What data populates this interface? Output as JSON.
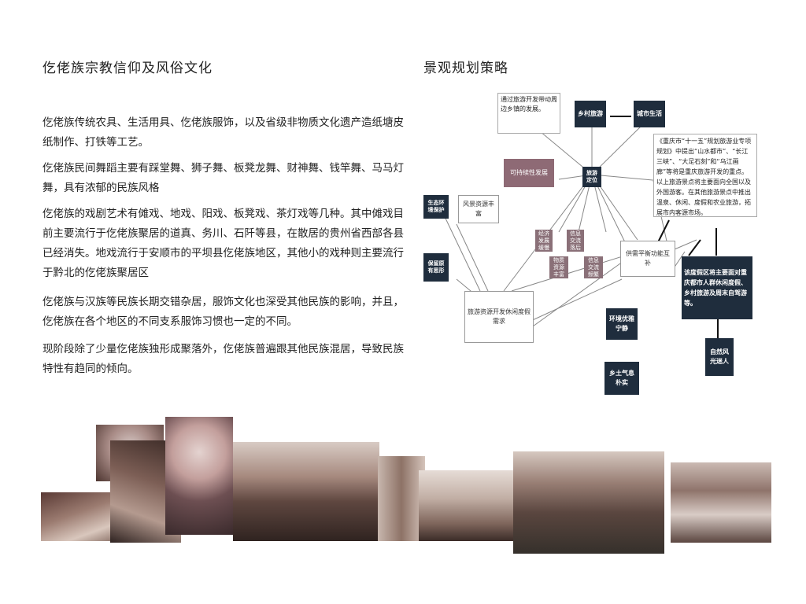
{
  "left": {
    "title": "仡佬族宗教信仰及风俗文化",
    "paragraphs": [
      "仡佬族传统农具、生活用具、仡佬族服饰，以及省级非物质文化遗产造纸塘皮纸制作、打铁等工艺。",
      "仡佬族民间舞蹈主要有踩堂舞、狮子舞、板凳龙舞、财神舞、钱竿舞、马马灯舞，具有浓郁的民族风格",
      "仡佬族的戏剧艺术有傩戏、地戏、阳戏、板凳戏、茶灯戏等几种。其中傩戏目前主要流行于仡佬族聚居的道真、务川、石阡等县，在散居的贵州省西部各县已经消失。地戏流行于安顺市的平坝县仡佬族地区，其他小的戏种则主要流行于黔北的仡佬族聚居区",
      "仡佬族与汉族等民族长期交错杂居，服饰文化也深受其他民族的影响，并且，仡佬族在各个地区的不同支系服饰习惯也一定的不同。",
      "现阶段除了少量仡佬族独形成聚落外，仡佬族普遍跟其他民族混居，导致民族特性有趋同的倾向。"
    ]
  },
  "right": {
    "title": "景观规划策略",
    "nodes": {
      "tourism_drive": "通过旅游开发带动周边乡镇的发展。",
      "village_tourism": "乡村旅游",
      "city_life": "城市生活",
      "sustainable": "可持续性发展",
      "positioning": "旅游定位",
      "eco_protect": "生态环境保护",
      "scenery_rich": "风景资源丰富",
      "culture_keep": "保留原有思形",
      "econ_dev": "经济发展缓慢",
      "info_lag": "信息交流落后",
      "products_rich": "物质资源丰富",
      "info_tight": "信息交流频繁",
      "supply_demand": "供需平衡功能互补",
      "resource_dev": "旅游资源开发休闲度假需求",
      "env_quiet": "环境优雅宁静",
      "rural_simple": "乡土气息朴实",
      "natural_scenery": "自然风光迷人",
      "plan_quote": "《重庆市“十一五”规划旅游业专项规划》中提出“山水都市”、“长江三峡”、“大足石刻”和“乌江画廊”等将是重庆旅游开发的重点。以上旅游景点将主要面向全国以及外国游客。在其他旅游景点中推出温泉、休闲、度假和农业旅游，拓展市内客源市场。",
      "resort_target": "该度假区将主要面对重庆都市人群休闲度假、乡村旅游及周末自驾游等。"
    }
  }
}
